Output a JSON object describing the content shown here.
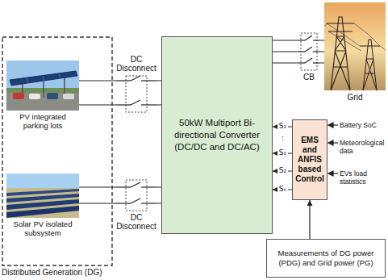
{
  "diagram": {
    "nodes": [
      {
        "text": [
          "Distributed Generation (DG)"
        ]
      },
      {
        "text": [
          "PV integrated parking lots"
        ],
        "in": 0
      },
      {
        "text": [
          "Solar PV isolated subsystem"
        ],
        "in": 0
      },
      {
        "text": [
          "DC Disconnect"
        ]
      },
      {
        "text": [
          "DC Disconnect"
        ]
      },
      {
        "text": [
          "50kW Multiport Bi-directional Converter (DC/DC and DC/AC)"
        ]
      },
      {
        "text": [
          "CB"
        ]
      },
      {
        "text": [
          "Grid"
        ]
      },
      {
        "text": [
          "EMS and ANFIS based Control"
        ]
      },
      {
        "text": [
          "Measurements of DG power (PDG) and Grid power (PG)"
        ]
      }
    ],
    "edges": [
      {
        "from": 1,
        "to": 3,
        "arrow": "none"
      },
      {
        "from": 3,
        "to": 5,
        "arrow": "none"
      },
      {
        "from": 2,
        "to": 4,
        "arrow": "none"
      },
      {
        "from": 4,
        "to": 5,
        "arrow": "none"
      },
      {
        "from": 5,
        "to": 6,
        "arrow": "none"
      },
      {
        "from": 6,
        "to": 7,
        "arrow": "none"
      },
      {
        "from": 8,
        "to": 5,
        "arrow": "to"
      },
      {
        "from": 9,
        "to": 8,
        "arrow": "to"
      }
    ],
    "labels": [
      "S₁",
      ":",
      "S₁",
      "S₂",
      "Sₙ",
      "Battery SoC",
      "Meteorological data",
      "EVs load statistics"
    ]
  }
}
